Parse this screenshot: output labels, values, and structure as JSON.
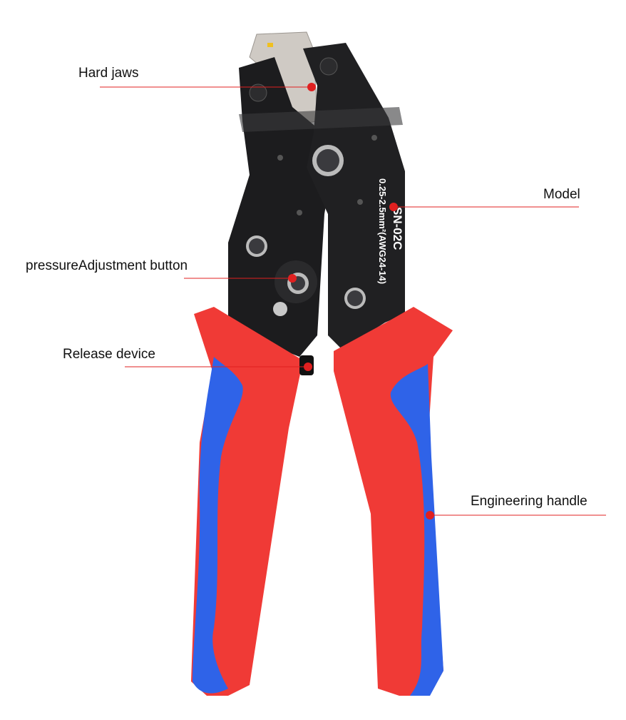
{
  "labels": {
    "hard_jaws": "Hard jaws",
    "model": "Model",
    "pressure_adjustment": "pressureAdjustment button",
    "release_device": "Release device",
    "engineering_handle": "Engineering handle"
  },
  "tool": {
    "spec_text": "0.25-2.5mm²(AWG24-14)",
    "model_number": "SN-02C"
  },
  "colors": {
    "handle_red": "#f03a36",
    "handle_blue": "#2f63e8",
    "body_black": "#1c1c1e",
    "leader_red": "#e02020"
  }
}
